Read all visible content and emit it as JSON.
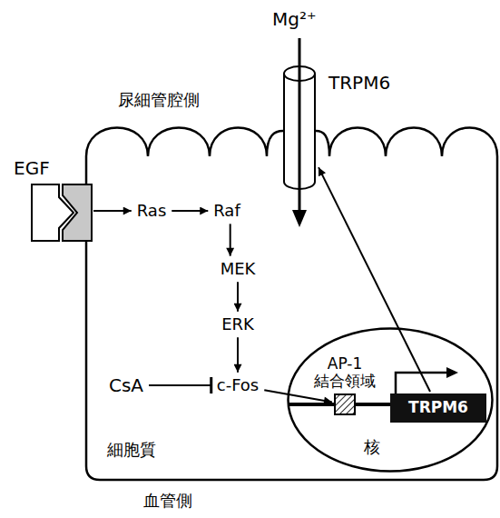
{
  "diagram": {
    "nodes": [
      {
        "text": [
          "細胞質"
        ]
      },
      {
        "text": [
          "TRPM6"
        ],
        "in": 0
      },
      {
        "text": [
          "EGF"
        ],
        "in": 0
      },
      {
        "text": [
          "Ras"
        ],
        "in": 0
      },
      {
        "text": [
          "Raf"
        ],
        "in": 0
      },
      {
        "text": [
          "MEK"
        ],
        "in": 0
      },
      {
        "text": [
          "ERK"
        ],
        "in": 0
      },
      {
        "text": [
          "CsA"
        ],
        "in": 0
      },
      {
        "text": [
          "c-Fos"
        ],
        "in": 0
      },
      {
        "text": [
          "核"
        ],
        "in": 0
      },
      {
        "text": [
          "AP-1 結合領域"
        ],
        "in": 9
      },
      {
        "text": [
          "TRPM6"
        ],
        "in": 9
      }
    ],
    "edges": [
      {
        "from": 2,
        "to": 3,
        "arrow": "to"
      },
      {
        "from": 3,
        "to": 4,
        "arrow": "to"
      },
      {
        "from": 4,
        "to": 5,
        "arrow": "to"
      },
      {
        "from": 5,
        "to": 6,
        "arrow": "to"
      },
      {
        "from": 6,
        "to": 8,
        "arrow": "to"
      },
      {
        "from": 7,
        "to": 8,
        "arrow": "to"
      },
      {
        "from": 8,
        "to": 10,
        "arrow": "to"
      },
      {
        "from": 11,
        "to": 1,
        "arrow": "to"
      }
    ],
    "labels": [
      "Mg²⁺",
      "尿細管腔側",
      "血管側"
    ]
  }
}
